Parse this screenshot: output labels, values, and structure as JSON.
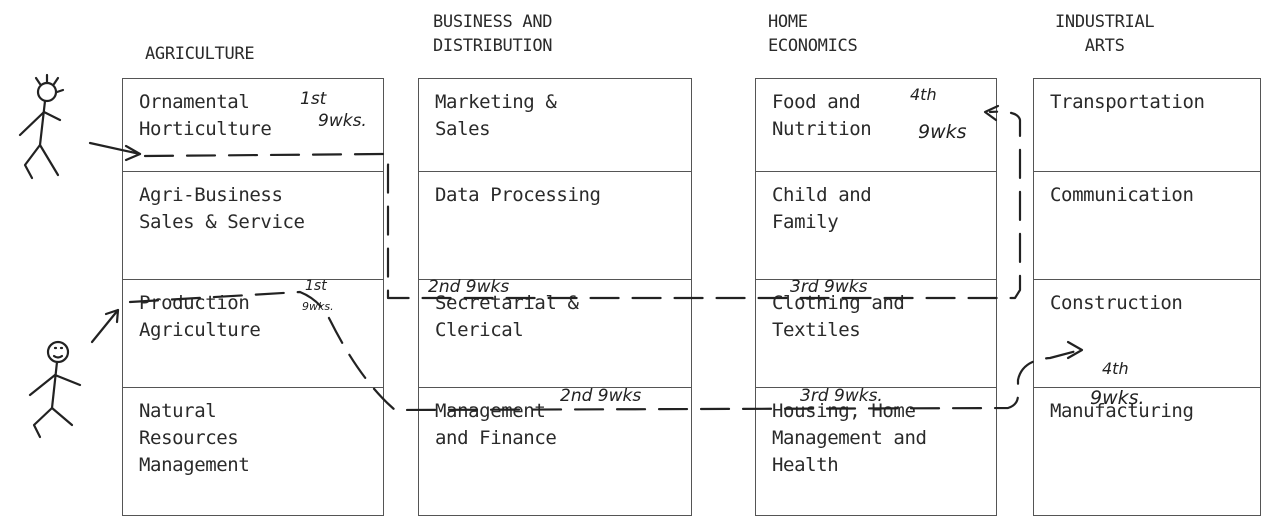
{
  "headers": {
    "agriculture": "AGRICULTURE",
    "business": "BUSINESS AND\nDISTRIBUTION",
    "home": "HOME\nECONOMICS",
    "industrial": "INDUSTRIAL\nARTS"
  },
  "columns": {
    "agriculture": [
      "Ornamental\nHorticulture",
      "Agri-Business\nSales & Service",
      "Production\nAgriculture",
      "Natural\nResources\nManagement"
    ],
    "business": [
      "Marketing &\nSales",
      "Data Processing",
      "Secretarial &\nClerical",
      "Management\nand Finance"
    ],
    "home": [
      "Food and\nNutrition",
      "Child and\nFamily",
      "Clothing and\nTextiles",
      "Housing, Home\nManagement and\nHealth"
    ],
    "industrial": [
      "Transportation",
      "Communication",
      "Construction",
      "Manufacturing"
    ]
  },
  "annotations": {
    "a1": "1st",
    "a1b": "9wks.",
    "a2": "4th",
    "a2b": "9wks",
    "a3": "2nd 9wks",
    "a4": "3rd 9wks",
    "a5": "1st",
    "a5b": "9wks.",
    "a6": "2nd 9wks",
    "a7": "3rd 9wks.",
    "a8": "4th",
    "a8b": "9wks."
  },
  "colors": {
    "ink": "#2a2a2a",
    "lines": "#555555"
  }
}
